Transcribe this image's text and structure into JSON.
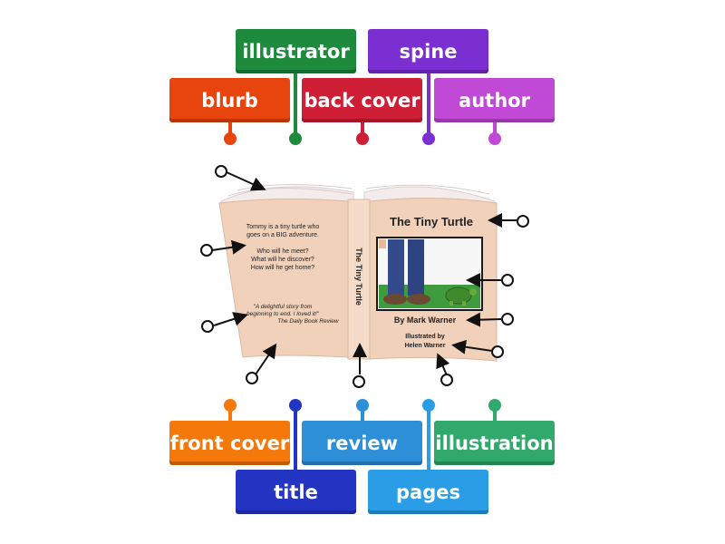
{
  "labels": {
    "illustrator": "illustrator",
    "spine": "spine",
    "blurb": "blurb",
    "back_cover": "back cover",
    "author": "author",
    "front_cover": "front cover",
    "review": "review",
    "illustration": "illustration",
    "title": "title",
    "pages": "pages"
  },
  "book": {
    "title": "The Tiny Turtle",
    "spine_title": "The Tiny Turtle",
    "byline": "By Mark Warner",
    "illustrated_by": "Illustrated by",
    "illustrator_name": "Helen Warner",
    "blurb_line1": "Tommy is a tiny turtle who",
    "blurb_line2": "goes on a BIG adventure.",
    "blurb_q1": "Who will he meet?",
    "blurb_q2": "What will he discover?",
    "blurb_q3": "How will he get home?",
    "review_line1": "\"A delightful story from",
    "review_line2": "beginning to end. I loved it!\"",
    "review_source": "The Daily Book Review"
  },
  "colors": {
    "illustrator": "#1e8a3e",
    "spine": "#7b2fd0",
    "blurb": "#e8440e",
    "back_cover": "#cf1f37",
    "author": "#c04ad6",
    "front_cover": "#f5780a",
    "review": "#2d8fd8",
    "illustration": "#31a86c",
    "title": "#2435c4",
    "pages": "#2a9de6"
  }
}
